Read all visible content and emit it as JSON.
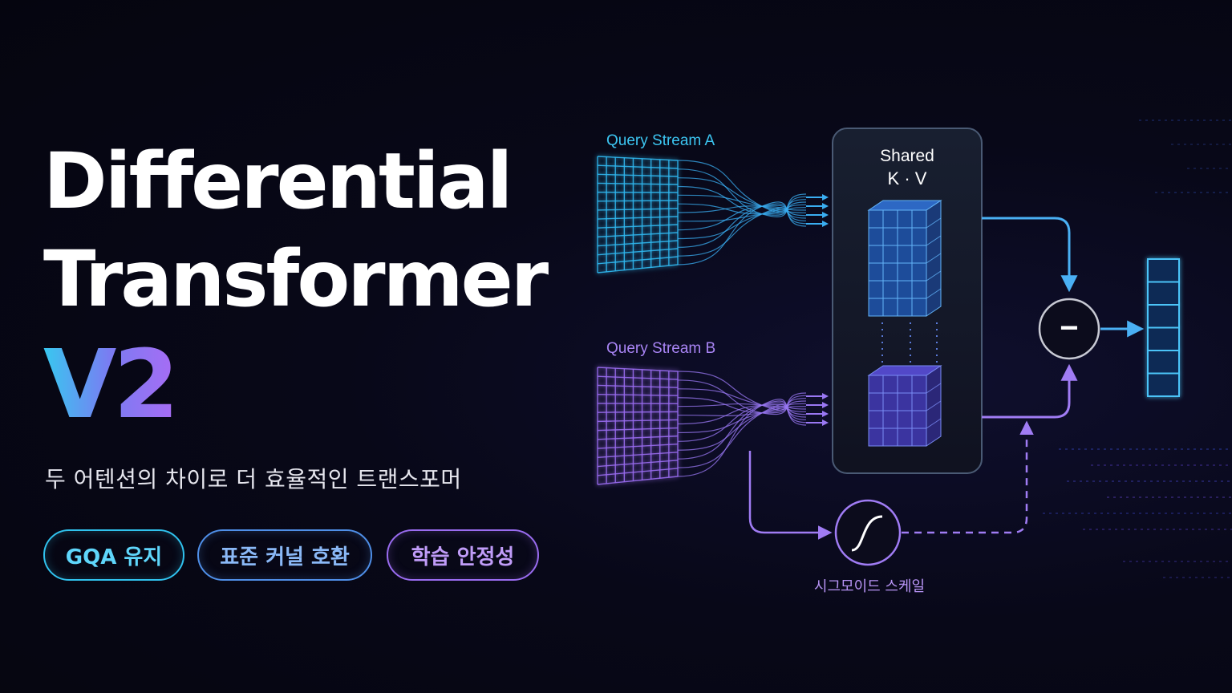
{
  "hero": {
    "title_line1": "Differential",
    "title_line2": "Transformer",
    "version": "V2",
    "subtitle": "두 어텐션의 차이로 더 효율적인 트랜스포머"
  },
  "tags": [
    {
      "label": "GQA 유지",
      "color": "#30c2ee"
    },
    {
      "label": "표준 커널 호환",
      "color": "#4f8fe8"
    },
    {
      "label": "학습 안정성",
      "color": "#9a6cf0"
    }
  ],
  "diagram": {
    "query_a_label": "Query Stream A",
    "query_b_label": "Query Stream B",
    "shared_label_line1": "Shared",
    "shared_label_line2": "K · V",
    "sigmoid_label": "시그모이드 스케일",
    "minus_symbol": "−",
    "colors": {
      "cyan": "#38c8f0",
      "blue": "#3a7ef0",
      "purple": "#9a6cf0",
      "panel_border": "#3c4a60"
    }
  }
}
